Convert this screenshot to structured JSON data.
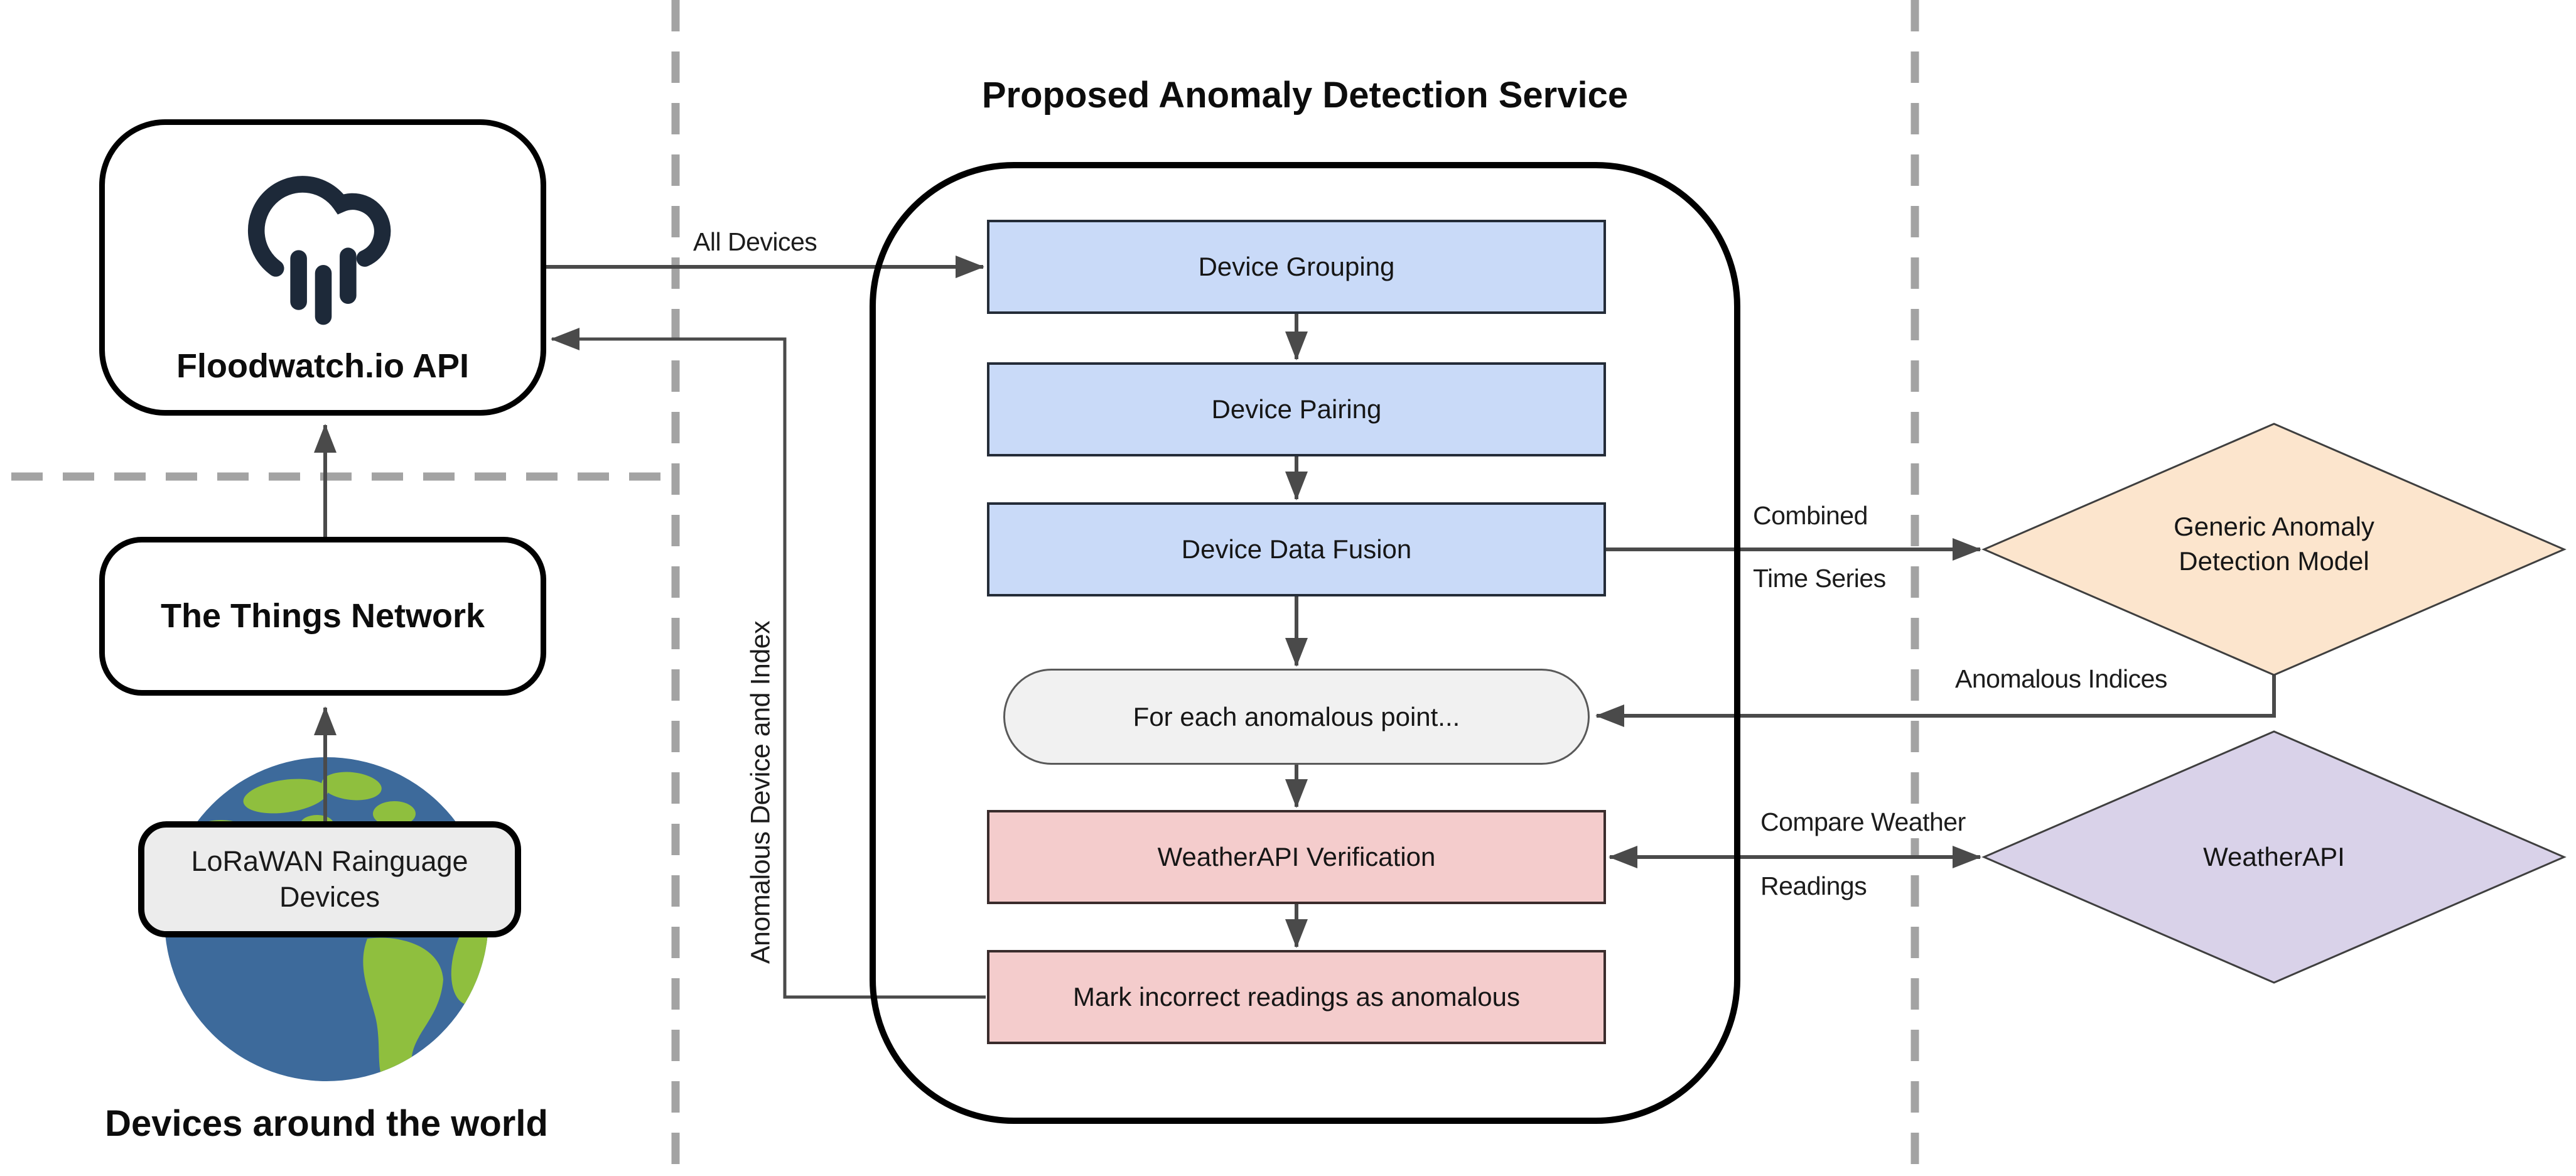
{
  "title": "Proposed Anomaly Detection Service",
  "left_column": {
    "floodwatch_api": "Floodwatch.io API",
    "things_network": "The Things Network",
    "lorawan_devices": "LoRaWAN Rainguage Devices",
    "devices_caption": "Devices around the world"
  },
  "service": {
    "steps": [
      "Device Grouping",
      "Device Pairing",
      "Device Data Fusion"
    ],
    "loop_pill": "For each anomalous point...",
    "weatherapi_verification": "WeatherAPI Verification",
    "mark_anomalous": "Mark incorrect readings as anomalous"
  },
  "external": {
    "generic_model_line1": "Generic Anomaly",
    "generic_model_line2": "Detection Model",
    "weatherapi": "WeatherAPI"
  },
  "edges": {
    "all_devices": "All Devices",
    "anomalous_device_and_index": "Anomalous Device and Index",
    "combined_1": "Combined",
    "combined_2": "Time Series",
    "anomalous_indices": "Anomalous Indices",
    "compare_1": "Compare Weather",
    "compare_2": "Readings"
  },
  "icons": {
    "cloud": "rain-cloud-icon",
    "globe": "globe-icon"
  },
  "colors": {
    "process_blue": "#c9daf8",
    "process_pink": "#f4cccc",
    "loop_grey": "#f1f1f1",
    "diamond_orange": "#fce5cd",
    "diamond_purple": "#d9d2e9",
    "arrow_grey": "#4a4a4a",
    "dash_grey": "#a3a3a3",
    "cloud_navy": "#1d2939",
    "globe_ocean": "#3d6a9b",
    "globe_land": "#8fbf3e"
  }
}
